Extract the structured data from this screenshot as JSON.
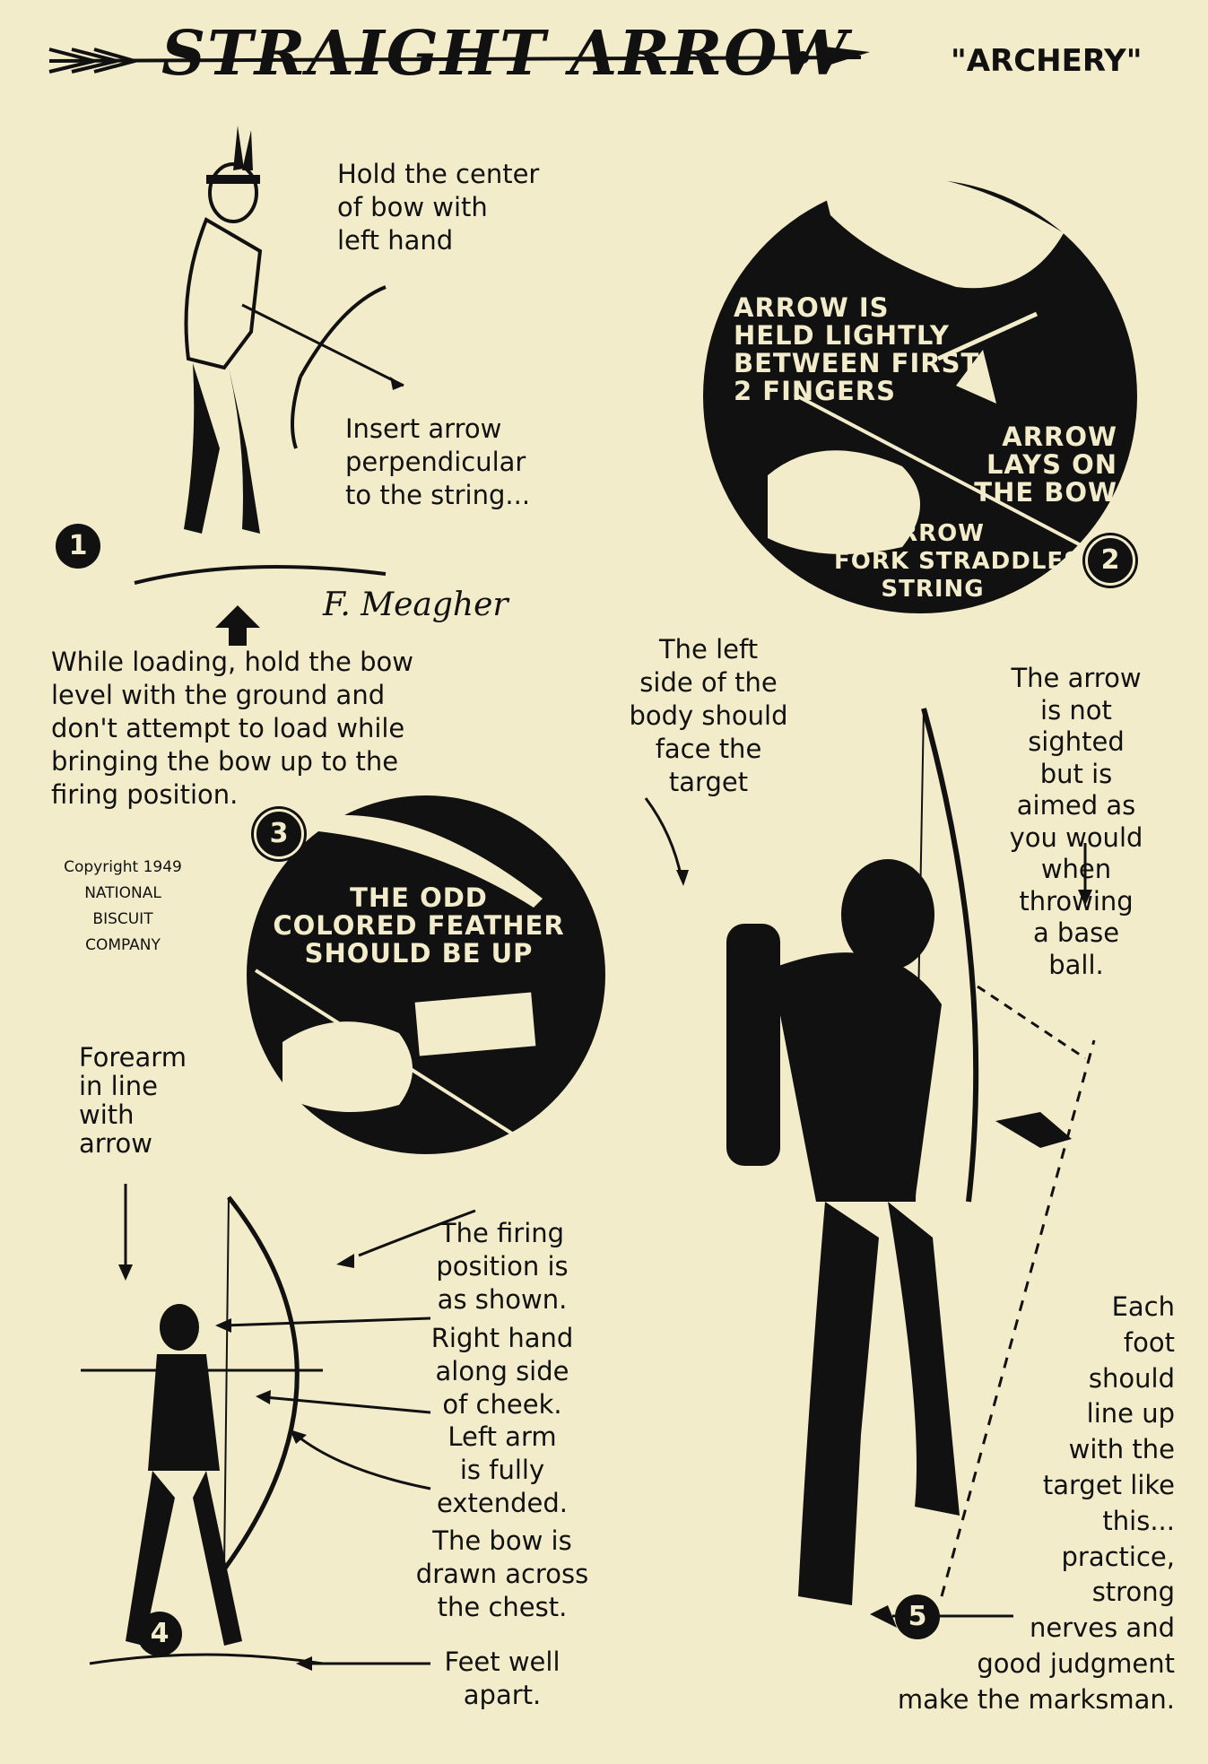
{
  "header": {
    "title": "STRAIGHT ARROW",
    "subtitle": "\"ARCHERY\""
  },
  "step1": {
    "badge": "1",
    "caption_bow": [
      "Hold the center",
      "of bow with",
      "left hand"
    ],
    "caption_arrow": [
      "Insert arrow",
      "perpendicular",
      "to the string..."
    ],
    "signature": "F. Meagher",
    "loading_note": [
      "While loading, hold the bow",
      "level with the ground and",
      "don't attempt to load while",
      "bringing the bow up to the",
      "firing position."
    ]
  },
  "step2": {
    "badge": "2",
    "held": [
      "ARROW IS",
      "HELD LIGHTLY",
      "BETWEEN FIRST",
      "2 FINGERS"
    ],
    "lays": [
      "ARROW",
      "LAYS ON",
      "THE BOW"
    ],
    "fork": [
      "ARROW",
      "FORK STRADDLES",
      "STRING"
    ]
  },
  "step3": {
    "badge": "3",
    "text": [
      "THE ODD",
      "COLORED FEATHER",
      "SHOULD BE UP"
    ]
  },
  "copyright": [
    "Copyright 1949",
    "NATIONAL",
    "BISCUIT",
    "COMPANY"
  ],
  "step4": {
    "badge": "4",
    "forearm": [
      "Forearm",
      "in line",
      "with",
      "arrow"
    ],
    "firing": [
      "The firing",
      "position is",
      "as shown."
    ],
    "right_hand": [
      "Right hand",
      "along side",
      "of cheek."
    ],
    "left_arm": [
      "Left arm",
      "is fully",
      "extended."
    ],
    "bow_drawn": [
      "The bow is",
      "drawn across",
      "the chest."
    ],
    "feet": [
      "Feet well",
      "apart."
    ]
  },
  "step5": {
    "badge": "5",
    "left_side": [
      "The left",
      "side of the",
      "body should",
      "face the",
      "target"
    ],
    "arrow_note": [
      "The arrow",
      "is not",
      "sighted",
      "but is",
      "aimed as",
      "you would",
      "when",
      "throwing",
      "a base",
      "ball."
    ],
    "foot_note": [
      "Each",
      "foot",
      "should",
      "line up",
      "with the",
      "target like",
      "this...",
      "practice,",
      "strong",
      "nerves and",
      "good judgment",
      "make the marksman."
    ]
  }
}
